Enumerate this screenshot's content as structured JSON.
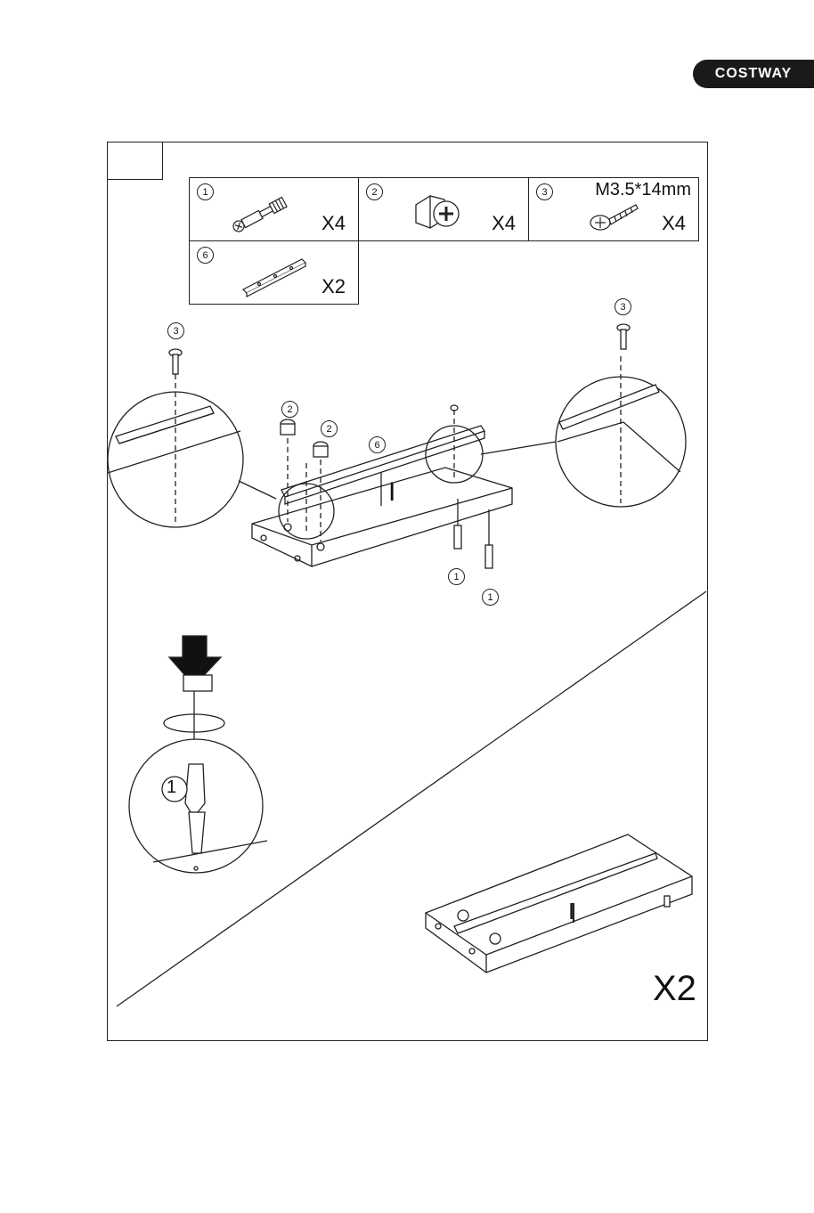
{
  "brand": {
    "logo_text": "COSTWAY"
  },
  "parts": [
    {
      "num": "1",
      "qty": "X4",
      "spec": ""
    },
    {
      "num": "2",
      "qty": "X4",
      "spec": ""
    },
    {
      "num": "3",
      "qty": "X4",
      "spec": "M3.5*14mm"
    },
    {
      "num": "6",
      "qty": "X2",
      "spec": ""
    }
  ],
  "callouts": {
    "c3_left": "3",
    "c2_a": "2",
    "c2_b": "2",
    "c6": "6",
    "c3_right": "3",
    "c1_a": "1",
    "c1_b": "1",
    "detail_num": "1"
  },
  "board_label": "I",
  "board_label_final": "I",
  "final_qty": "X2"
}
